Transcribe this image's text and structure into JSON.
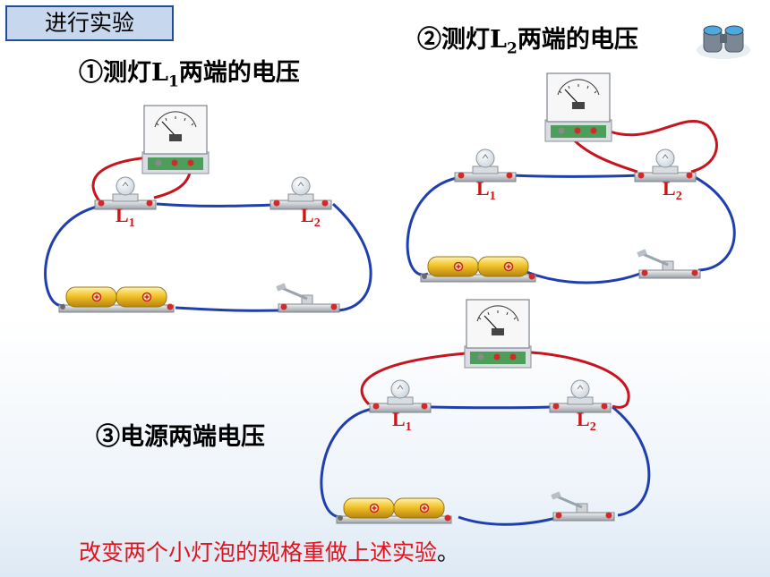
{
  "slide": {
    "title": "进行实验",
    "step1_prefix": "①测灯",
    "step1_lamp": "L",
    "step1_lamp_sub": "1",
    "step1_suffix": "两端的电压",
    "step2_prefix": "②测灯",
    "step2_lamp": "L",
    "step2_lamp_sub": "2",
    "step2_suffix": "两端的电压",
    "step3": "③电源两端电压",
    "note": "改变两个小灯泡的规格重做上述实验",
    "note_end": "。"
  },
  "lamps": {
    "name": "L",
    "sub1": "1",
    "sub2": "2"
  },
  "colors": {
    "red_wire": "#c8141e",
    "blue_wire": "#1f3fae",
    "title_fill": "#c6d7ee",
    "note_text": "#e0141e"
  }
}
